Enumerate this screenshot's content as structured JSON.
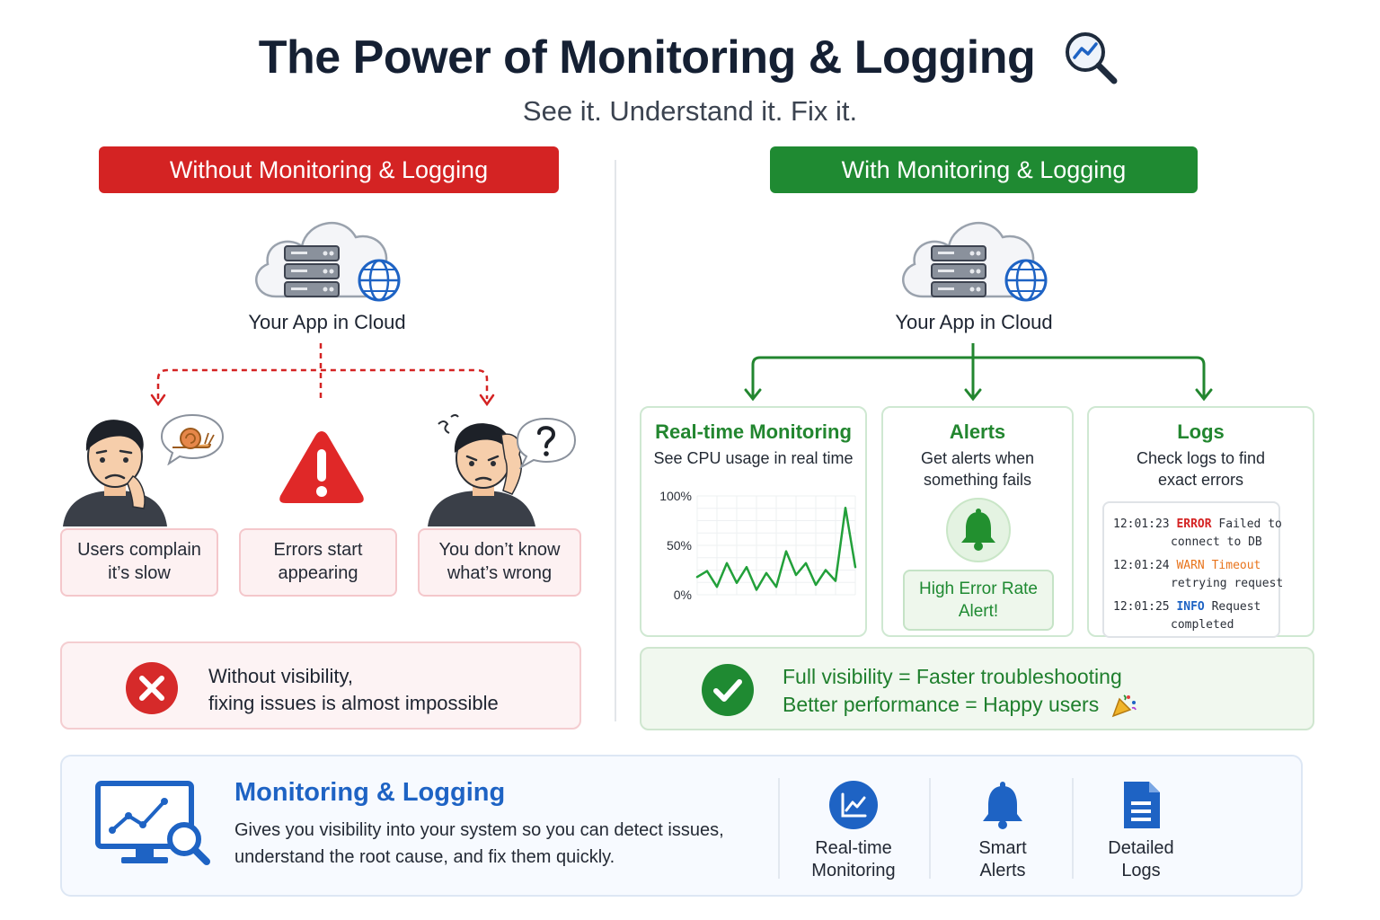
{
  "header": {
    "title": "The Power of Monitoring & Logging",
    "subtitle": "See it. Understand it. Fix it.",
    "title_icon": "magnifier-chart-icon"
  },
  "without": {
    "banner": "Without Monitoring & Logging",
    "cloud_label": "Your App in Cloud",
    "problems": [
      {
        "text": "Users complain it’s slow",
        "line1": "Users complain",
        "line2": "it’s slow",
        "icon": "snail-icon"
      },
      {
        "text": "Errors start appearing",
        "line1": "Errors start",
        "line2": "appearing",
        "icon": "warning-icon"
      },
      {
        "text": "You don’t know what’s wrong",
        "line1": "You don’t know",
        "line2": "what’s wrong",
        "icon": "question-icon"
      }
    ],
    "footer_line1": "Without visibility,",
    "footer_line2": "fixing issues is almost impossible"
  },
  "with": {
    "banner": "With Monitoring & Logging",
    "cloud_label": "Your App in Cloud",
    "monitoring": {
      "title": "Real-time Monitoring",
      "desc": "See CPU usage in real time"
    },
    "alerts": {
      "title": "Alerts",
      "desc_line1": "Get alerts when",
      "desc_line2": "something fails",
      "pill_line1": "High Error Rate",
      "pill_line2": "Alert!"
    },
    "logs": {
      "title": "Logs",
      "desc_line1": "Check logs to find",
      "desc_line2": "exact errors",
      "entries": [
        {
          "time": "12:01:23",
          "level": "ERROR",
          "msg": "Failed to",
          "cont": "connect to DB",
          "color": "#d42323"
        },
        {
          "time": "12:01:24",
          "level": "WARN",
          "msg": "Timeout",
          "cont": "retrying request",
          "color": "#e8741c"
        },
        {
          "time": "12:01:25",
          "level": "INFO",
          "msg": "Request",
          "cont": "completed",
          "color": "#1e63c4"
        }
      ]
    },
    "footer_line1": "Full visibility = Faster troubleshooting",
    "footer_line2": "Better performance = Happy users"
  },
  "chart_data": {
    "type": "line",
    "title": "",
    "xlabel": "",
    "ylabel": "",
    "ylim": [
      0,
      100
    ],
    "yticks": [
      "100%",
      "50%",
      "0%"
    ],
    "grid": true,
    "color": "#22a03a",
    "series": [
      {
        "values": [
          18,
          24,
          8,
          32,
          12,
          28,
          5,
          22,
          8,
          44,
          20,
          32,
          10,
          25,
          14,
          88,
          28
        ]
      }
    ]
  },
  "summary": {
    "title": "Monitoring & Logging",
    "desc_line1": "Gives you visibility into your system so you can detect issues,",
    "desc_line2": "understand the root cause, and fix them quickly.",
    "features": [
      {
        "line1": "Real-time",
        "line2": "Monitoring",
        "icon": "chart-circle-icon"
      },
      {
        "line1": "Smart",
        "line2": "Alerts",
        "icon": "bell-icon"
      },
      {
        "line1": "Detailed",
        "line2": "Logs",
        "icon": "document-icon"
      }
    ]
  },
  "colors": {
    "red": "#d42323",
    "green": "#1f8a32",
    "blue": "#1e63c4"
  }
}
